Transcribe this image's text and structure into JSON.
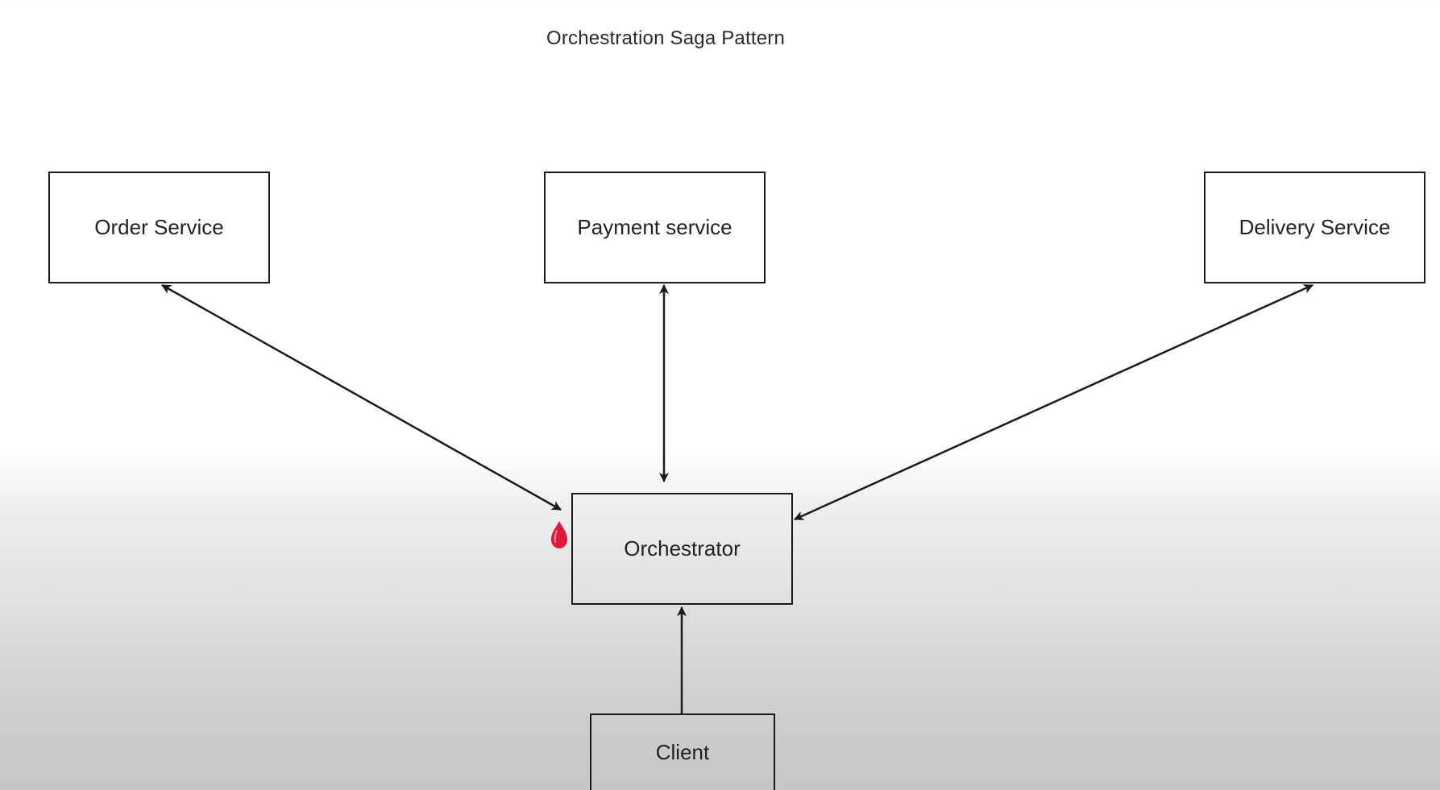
{
  "diagram": {
    "title": "Orchestration Saga Pattern",
    "nodes": {
      "order": "Order Service",
      "payment": "Payment service",
      "delivery": "Delivery Service",
      "orchestrator": "Orchestrator",
      "client": "Client"
    },
    "edges": [
      {
        "from": "orchestrator",
        "to": "order",
        "direction": "both"
      },
      {
        "from": "orchestrator",
        "to": "payment",
        "direction": "both"
      },
      {
        "from": "orchestrator",
        "to": "delivery",
        "direction": "both"
      },
      {
        "from": "client",
        "to": "orchestrator",
        "direction": "forward"
      }
    ],
    "colors": {
      "stroke": "#1a1a1a",
      "cursor": "#e0163c"
    }
  }
}
